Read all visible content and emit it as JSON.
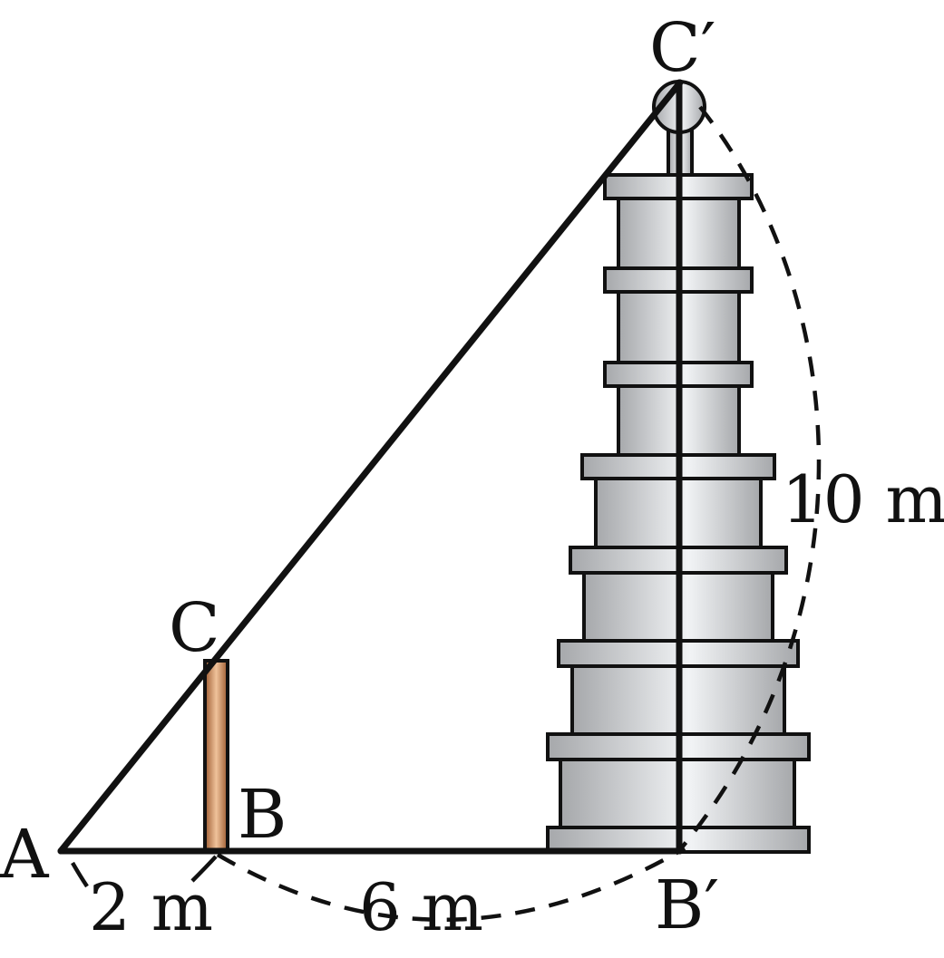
{
  "points": {
    "A": "A",
    "B": "B",
    "C": "C",
    "B_prime": "B′",
    "C_prime": "C′"
  },
  "measurements": {
    "AB": "2 m",
    "BB_prime": "6 m",
    "B_primeC_prime": "10 m"
  },
  "colors": {
    "line": "#111111",
    "pole_light": "#e8b48a",
    "pole_dark": "#9c5a30",
    "tower_light": "#eef0f2",
    "tower_dark": "#a9abae"
  },
  "icons": {
    "pole": "vertical-stick",
    "tower": "stacked-pagoda-tower"
  }
}
